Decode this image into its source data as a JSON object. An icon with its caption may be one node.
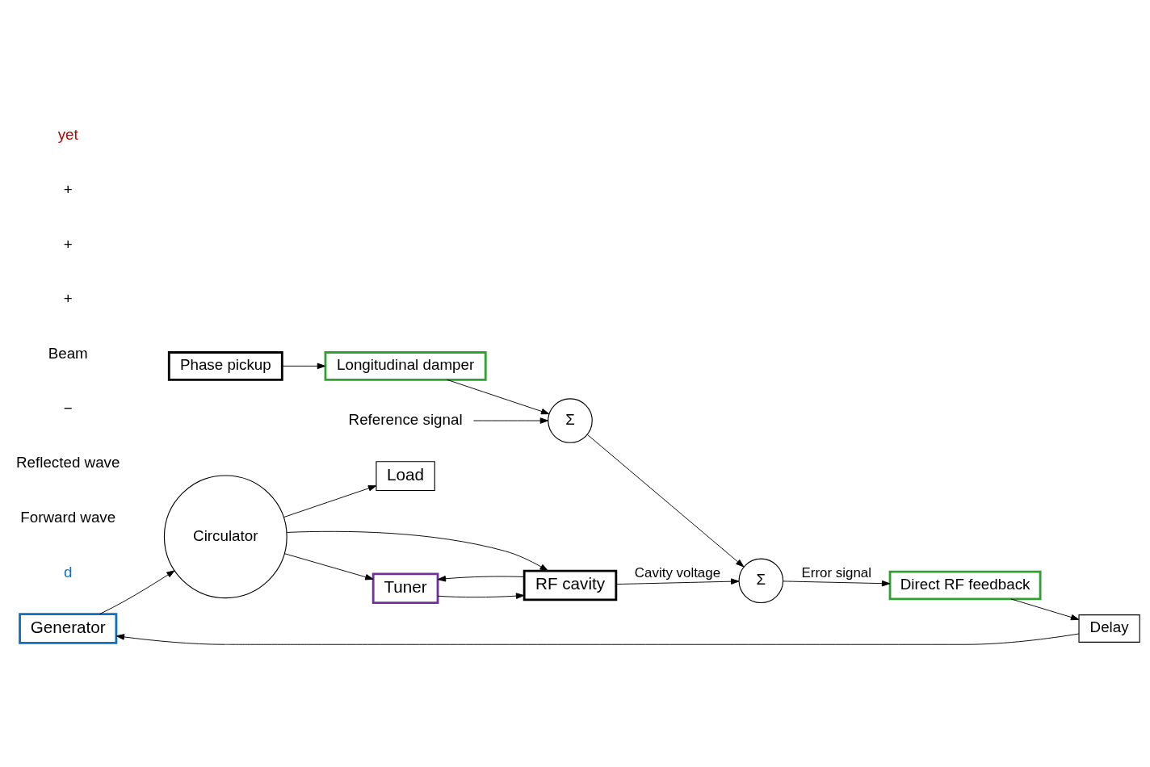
{
  "diagram": {
    "nodes": [
      {
        "text": [
          "Generator"
        ]
      },
      {
        "text": [
          "Circulator"
        ]
      },
      {
        "text": [
          "Load"
        ]
      },
      {
        "text": [
          "Tuner"
        ]
      },
      {
        "text": [
          "RF cavity"
        ]
      },
      {
        "text": [
          "Delay"
        ]
      },
      {
        "text": [
          "Direct RF feedback"
        ]
      },
      {
        "text": [
          "Σ"
        ]
      },
      {
        "text": [
          "Σ"
        ]
      },
      {
        "text": [
          "Reference signal"
        ]
      },
      {
        "text": [
          "Longitudinal damper"
        ]
      },
      {
        "text": [
          "Phase pickup"
        ]
      }
    ],
    "edges": [
      {
        "from": 0,
        "to": 1,
        "arrow": "to"
      },
      {
        "from": 1,
        "to": 4,
        "arrow": "to"
      },
      {
        "from": 1,
        "to": 2,
        "arrow": "to"
      },
      {
        "from": 1,
        "to": 3,
        "arrow": "to"
      },
      {
        "from": 3,
        "to": 4,
        "arrow": "to"
      },
      {
        "from": 4,
        "to": 3,
        "arrow": "to"
      },
      {
        "from": 4,
        "to": 7,
        "arrow": "to",
        "label": "Cavity voltage"
      },
      {
        "from": 7,
        "to": 6,
        "arrow": "to",
        "label": "Error signal"
      },
      {
        "from": 6,
        "to": 5,
        "arrow": "to"
      },
      {
        "from": 5,
        "to": 0,
        "arrow": "to"
      },
      {
        "from": 9,
        "to": 8,
        "arrow": "to"
      },
      {
        "from": 8,
        "to": 7,
        "arrow": "to"
      },
      {
        "from": 10,
        "to": 8,
        "arrow": "to"
      },
      {
        "from": 11,
        "to": 10,
        "arrow": "to"
      }
    ],
    "labels": [
      "d",
      "Forward wave",
      "Reflected wave",
      "−",
      "Beam",
      "+",
      "+",
      "+",
      "yet"
    ]
  }
}
